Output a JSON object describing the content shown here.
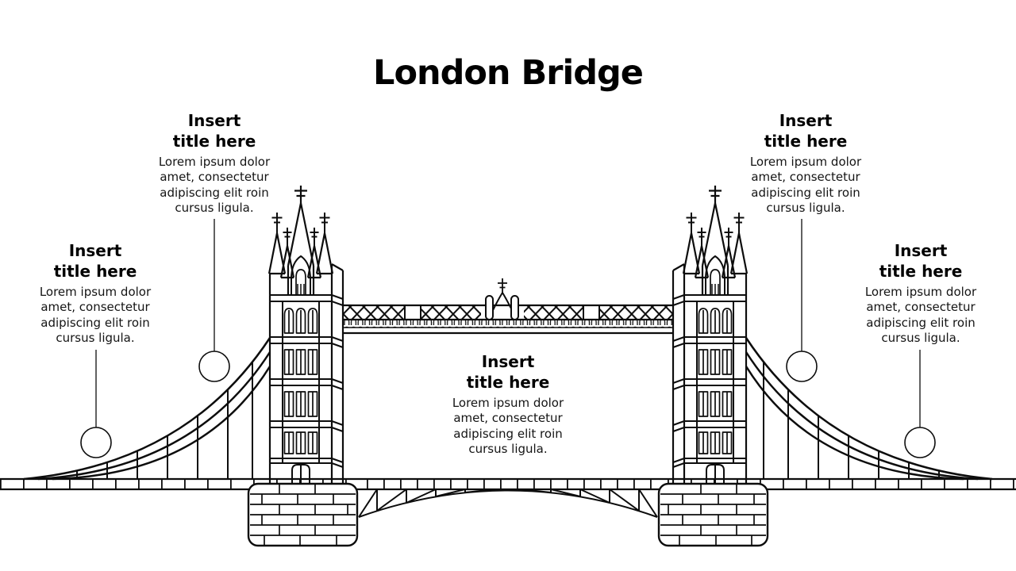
{
  "slide": {
    "title": "London Bridge"
  },
  "figure": {
    "subject": "Tower Bridge outline line-art illustration",
    "ink_color": "#0d0d0d",
    "background_color": "#ffffff",
    "marker_count": 4
  },
  "callouts": [
    {
      "id": "top-left",
      "title": "Insert\ntitle here",
      "body": "Lorem ipsum dolor\namet, consectetur\nadipiscing elit roin\ncursus ligula."
    },
    {
      "id": "left",
      "title": "Insert\ntitle here",
      "body": "Lorem ipsum dolor\namet, consectetur\nadipiscing elit roin\ncursus ligula."
    },
    {
      "id": "center",
      "title": "Insert\ntitle here",
      "body": "Lorem ipsum dolor\namet, consectetur\nadipiscing elit roin\ncursus ligula."
    },
    {
      "id": "top-right",
      "title": "Insert\ntitle here",
      "body": "Lorem ipsum dolor\namet, consectetur\nadipiscing elit roin\ncursus ligula."
    },
    {
      "id": "right",
      "title": "Insert\ntitle here",
      "body": "Lorem ipsum dolor\namet, consectetur\nadipiscing elit roin\ncursus ligula."
    }
  ]
}
